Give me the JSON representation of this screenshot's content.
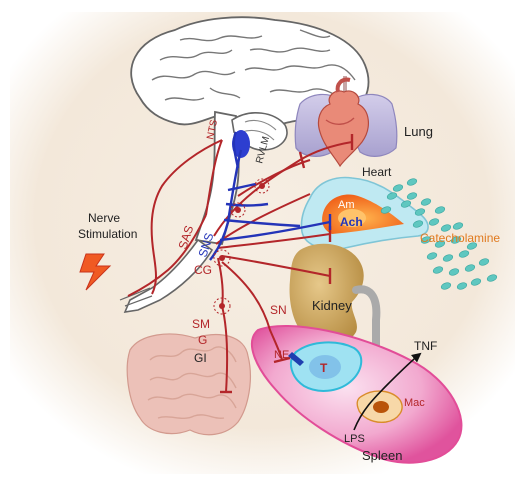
{
  "labels": {
    "nts": "NTS",
    "rvlm": "RVLM",
    "lung": "Lung",
    "heart": "Heart",
    "am": "Am",
    "ach": "Ach",
    "catecholamine": "Catecholamine",
    "sas": "SAS",
    "sns": "SNS",
    "nerve_stim_line1": "Nerve",
    "nerve_stim_line2": "Stimulation",
    "cg": "CG",
    "kidney": "Kidney",
    "sn": "SN",
    "sm": "SM",
    "g": "G",
    "gi": "GI",
    "ne": "NE",
    "t": "T",
    "tnf": "TNF",
    "mac": "Mac",
    "lps": "LPS",
    "spleen": "Spleen"
  },
  "colors": {
    "parasympathetic_red": "#b3262a",
    "sympathetic_blue": "#2434b8",
    "catecholamine_orange": "#e07a1f",
    "spleen_pink": "#e56aa8",
    "t_cell_cyan": "#35c6e8",
    "kidney_tan": "#c9a25a",
    "gi_pink": "#e9b5ab",
    "lung_lilac": "#b9b3d9",
    "adrenal_orange": "#f06a1a",
    "vesicle_teal": "#5fc7c0"
  }
}
